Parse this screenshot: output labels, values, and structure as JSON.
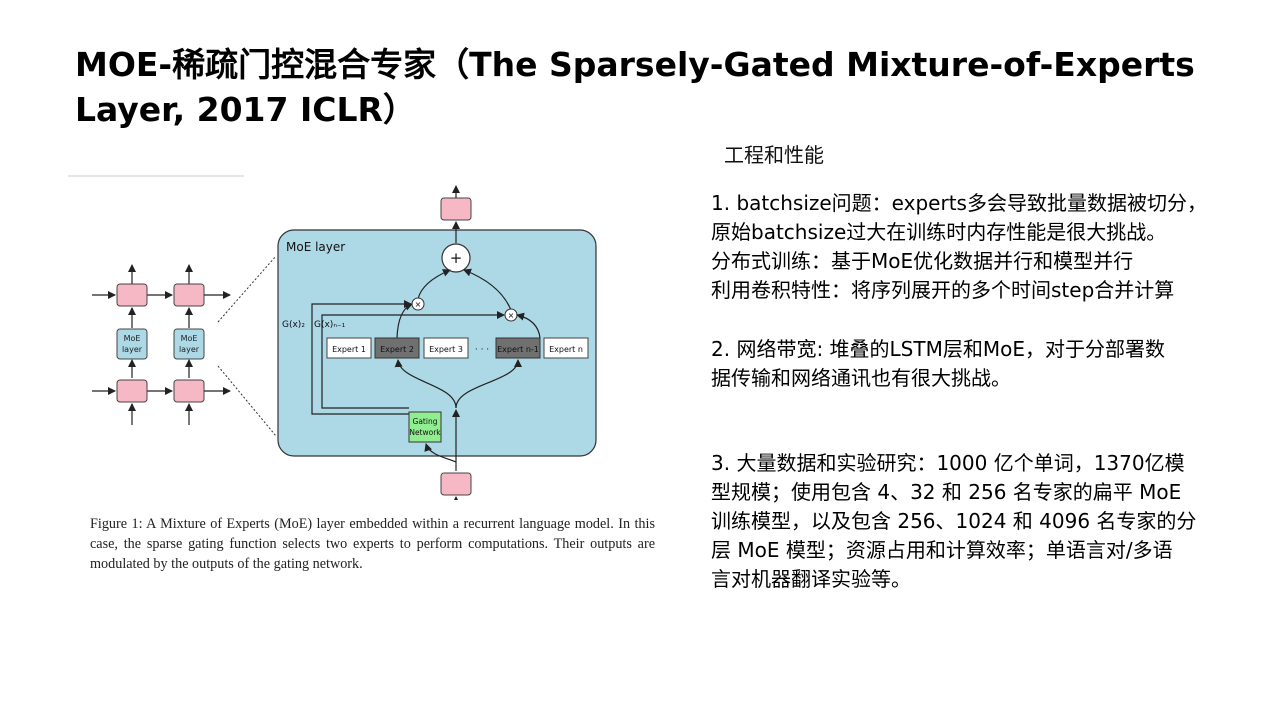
{
  "title": {
    "line1": "MOE-稀疏门控混合专家（The Sparsely-Gated Mixture-of-Experts",
    "line2": "Layer, 2017 ICLR）"
  },
  "figure": {
    "moe_layer_label": "MoE layer",
    "small_moe_labels": [
      "MoE",
      "layer"
    ],
    "g2_label": "G(x)₂",
    "gn1_label": "G(x)ₙ₋₁",
    "experts": [
      "Expert 1",
      "Expert 2",
      "Expert 3",
      "Expert n-1",
      "Expert n"
    ],
    "ellipsis": "· · ·",
    "gating_labels": [
      "Gating",
      "Network"
    ],
    "plus_symbol": "+",
    "times_symbol": "×",
    "caption": "Figure 1: A Mixture of Experts (MoE) layer embedded within a recurrent language model. In this case, the sparse gating function selects two experts to perform computations. Their outputs are modulated by the outputs of the gating network.",
    "colors": {
      "moe_bg": "#add8e6",
      "rnn_cell": "#f7b8c6",
      "expert_active": "#707070",
      "gating": "#90ee90"
    }
  },
  "right": {
    "heading": "工程和性能",
    "p1_lines": [
      "1.  batchsize问题：experts多会导致批量数据被切分，",
      "原始batchsize过大在训练时内存性能是很大挑战。",
      "分布式训练：基于MoE优化数据并行和模型并行",
      "利用卷积特性：将序列展开的多个时间step合并计算"
    ],
    "p2_lines": [
      "2. 网络带宽: 堆叠的LSTM层和MoE，对于分部署数",
      "据传输和网络通讯也有很大挑战。"
    ],
    "p3_lines": [
      "3. 大量数据和实验研究：1000 亿个单词，1370亿模",
      "型规模；使用包含 4、32 和 256 名专家的扁平 MoE",
      "训练模型，以及包含 256、1024 和 4096 名专家的分",
      "层 MoE 模型；资源占用和计算效率；单语言对/多语",
      "言对机器翻译实验等。"
    ]
  }
}
